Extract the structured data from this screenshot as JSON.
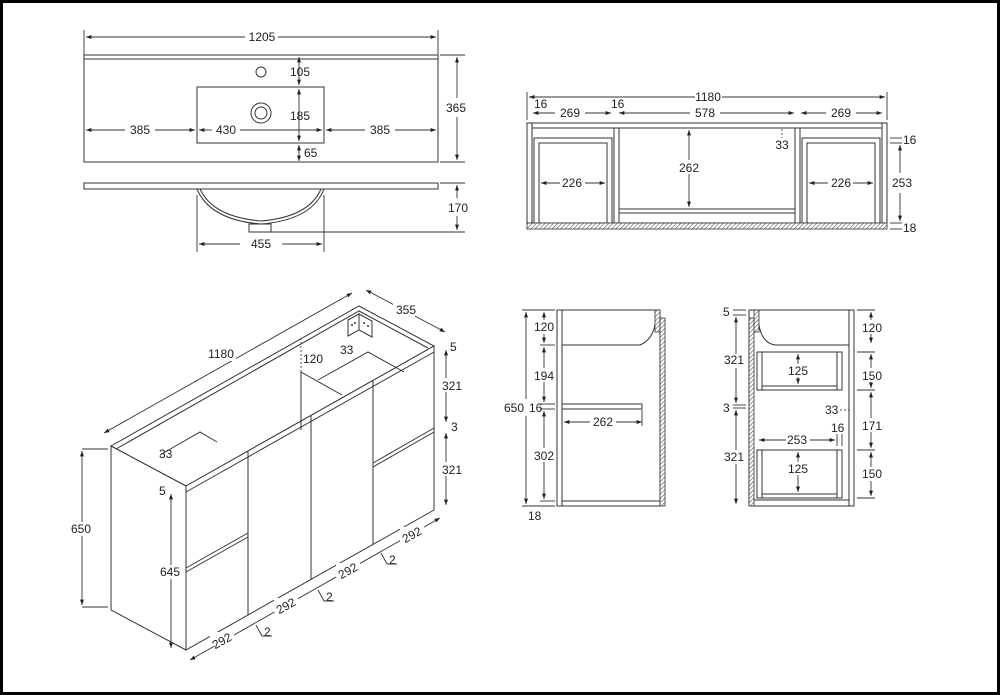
{
  "drawing": {
    "frame_color": "#000000",
    "line_color": "#333333",
    "units": "mm"
  },
  "basin_top_view": {
    "overall_width": "1205",
    "depth": "365",
    "tap_hole_offset": "105",
    "bowl_depth": "185",
    "front_margin": "65",
    "left_margin": "385",
    "bowl_width": "430",
    "right_margin": "385"
  },
  "basin_front_view": {
    "height": "170",
    "bowl_width": "455"
  },
  "cabinet_top_section": {
    "overall_width": "1180",
    "left_panel": "16",
    "left_bay": "269",
    "divider": "16",
    "center_bay": "578",
    "right_bay": "269",
    "center_depth": "262",
    "rear_gap": "33",
    "drawer_inner_left": "226",
    "drawer_inner_right": "226",
    "top_panel": "16",
    "drawer_depth": "253",
    "base_panel": "18"
  },
  "isometric_view": {
    "width": "1180",
    "depth": "355",
    "rear_rail": "120",
    "rear_gap_right": "33",
    "rear_gap_left": "33",
    "top_gap_right": "5",
    "drawer_upper_right": "321",
    "drawer_gap": "3",
    "drawer_lower_right": "321",
    "overall_height": "650",
    "front_height": "645",
    "top_gap_left": "5",
    "front_widths": [
      "292",
      "292",
      "292",
      "292"
    ],
    "front_gaps": [
      "2",
      "2",
      "2"
    ]
  },
  "side_section_center": {
    "overall_height": "650",
    "top_rail": "120",
    "upper_space": "194",
    "shelf": "16",
    "lower_space": "302",
    "base": "18",
    "shelf_depth": "262"
  },
  "side_section_drawers": {
    "top_gap": "5",
    "upper_front": "321",
    "gap": "3",
    "lower_front": "321",
    "top_rail": "120",
    "upper_drawer_box": "150",
    "upper_drawer_inner": "125",
    "between_drawers": "171",
    "rear_gap": "33",
    "drawer_depth": "253",
    "drawer_side": "16",
    "lower_drawer_inner": "125",
    "lower_drawer_box": "150"
  }
}
